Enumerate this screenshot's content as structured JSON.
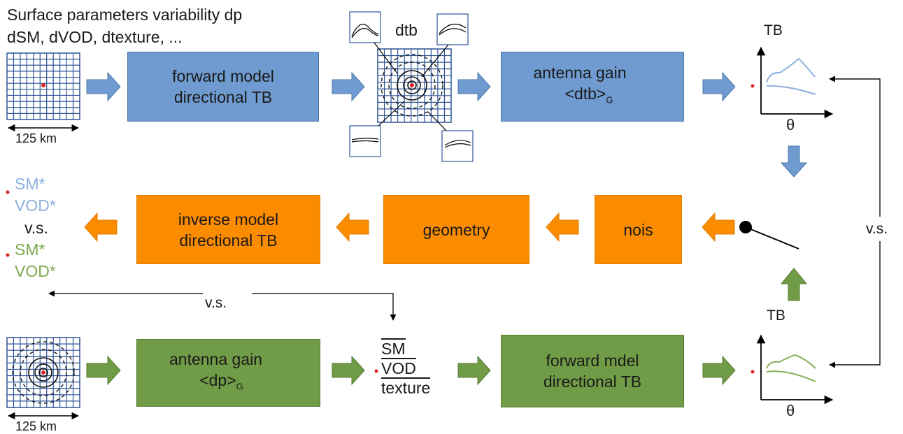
{
  "title": {
    "line1": "Surface parameters variability dp",
    "line2": "dSM, dVOD, dtexture, ..."
  },
  "scale": {
    "top": "125 km",
    "bottom": "125 km"
  },
  "top_row": {
    "forward_box": {
      "line1": "forward model",
      "line2": "directional TB"
    },
    "dtb_label": "dtb",
    "antenna_box": {
      "line1": "antenna gain",
      "line2_main": "<dtb>",
      "line2_sub": "G"
    },
    "plot": {
      "y_label": "TB",
      "x_label": "θ"
    }
  },
  "middle_row": {
    "inverse_box": {
      "line1": "inverse model",
      "line2": "directional TB"
    },
    "geometry_box": {
      "label": "geometry"
    },
    "noise_box": {
      "label": "nois"
    },
    "results": {
      "sm_blue": "SM*",
      "vod_blue": "VOD*",
      "vs": "v.s.",
      "sm_green": "SM*",
      "vod_green": "VOD*"
    },
    "vs_bottom": "v.s.",
    "vs_right": "v.s."
  },
  "bottom_row": {
    "antenna_box": {
      "line1": "antenna gain",
      "line2_main": "<dp>",
      "line2_sub": "G"
    },
    "averages": {
      "sm": "SM",
      "vod": "VOD",
      "texture": "texture"
    },
    "forward_box": {
      "line1": "forward mdel",
      "line2": "directional TB"
    },
    "plot": {
      "y_label": "TB",
      "x_label": "θ"
    }
  },
  "colors": {
    "blue_box": "#6f9bd0",
    "orange_box": "#fb8c00",
    "green_box": "#719c47",
    "grid": "#2f5597",
    "marker": "#e02020",
    "curve_blue": "#8db0de",
    "curve_green": "#86b058",
    "text_blue": "#8db0de",
    "text_green": "#7da84f"
  }
}
